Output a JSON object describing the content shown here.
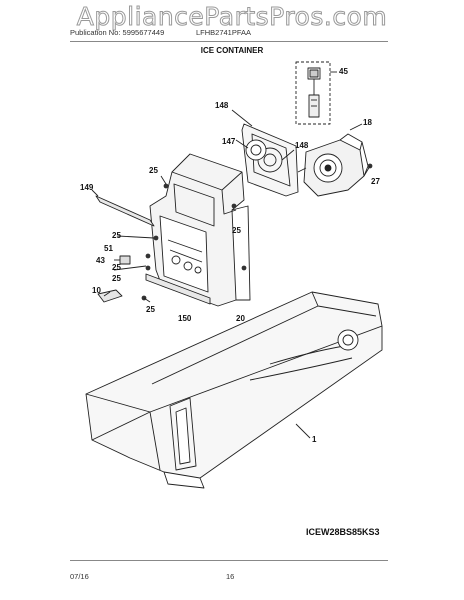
{
  "watermark": "AppliancePartsPros.com",
  "header": {
    "publication": "Publication No: 5995677449",
    "model": "LFHB2741PFAA",
    "section_title": "ICE CONTAINER"
  },
  "callouts": {
    "c45": "45",
    "c148a": "148",
    "c147": "147",
    "c18": "18",
    "c148b": "148",
    "c25a": "25",
    "c27": "27",
    "c149": "149",
    "c25b": "25",
    "c25c": "25",
    "c51": "51",
    "c43": "43",
    "c25d": "25",
    "c25e": "25",
    "c10": "10",
    "c25f": "25",
    "c150": "150",
    "c20": "20",
    "c1": "1"
  },
  "diagram_code": "ICEW28BS85KS3",
  "footer": {
    "date": "07/16",
    "page": "16"
  }
}
